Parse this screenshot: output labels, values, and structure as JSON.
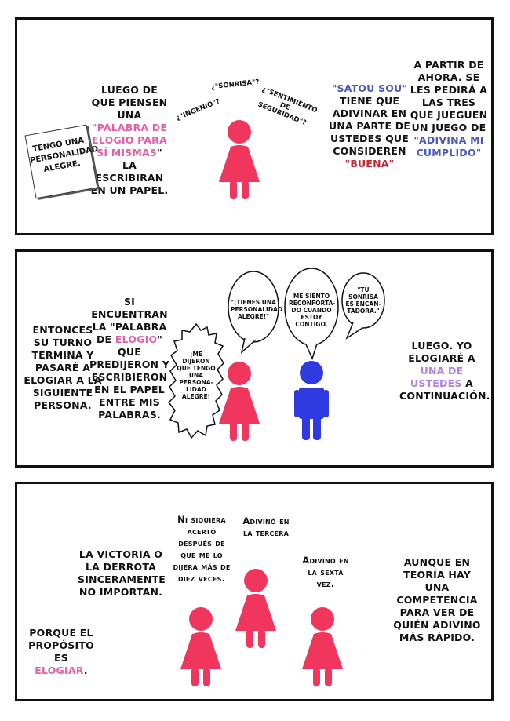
{
  "panel1": {
    "intro_a": "Luego de que piensen una",
    "intro_quote_open": "\"",
    "intro_pink": "Palabra de elogio para sí mismas",
    "intro_quote_close": "\"",
    "intro_b": "la escribiran en un papel.",
    "note_text": "Tengo una personalidad alegre.",
    "word_sonrisa": "¿\"Sonrisa\"?",
    "word_ingenio": "¿\"Ingenio\"?",
    "word_sentimiento": "¿\"Sentimiento de seguridad\"?",
    "satou_name": "\"Satou Sou\"",
    "satou_a": "tiene que adivinar en una parte de ustedes que consideren",
    "satou_red": "\"Buena\"",
    "right_a": "A partir de ahora. Se les pedirá a las tres que jueguen un juego de",
    "right_quote": "\"",
    "right_blue": "Adivina mi cumplido",
    "right_quote_close": "\""
  },
  "panel2": {
    "left_text": "Entonces su turno termina y pasaré a elogiar a la siguiente persona.",
    "mid_a": "Si encuentran la \"Palabra de",
    "mid_pink": "Elogio",
    "mid_b": "\" que predijeron y escribieron en el papel entre mis palabras.",
    "bubble_pink": "¡Me dijeron que tengo una persona-lidad alegre!",
    "bubble_1": "\"¡Tienes una personalidad alegre!\"",
    "bubble_2": "Me siento reconforta-do cuando estoy contigo.",
    "bubble_3": "\"Tu sonrisa es encan-tadora.\"",
    "right_a": "Luego. Yo elogiaré a",
    "right_lav": "una de ustedes",
    "right_b": "a continuación."
  },
  "panel3": {
    "victory": "La victoria o la derrota sinceramente no importan.",
    "purpose_a": "Porque el propósito es",
    "purpose_pink": "elogiar",
    "purpose_b": ".",
    "left_fig": "Ni siquiera acertó después de que me lo dijera más de diez veces.",
    "mid_fig": "Adivinó en la tercera",
    "right_fig": "Adivinó en la sexta vez.",
    "right_text": "Aunque en teoría hay una competencia para ver de quién adivino más rápido."
  },
  "colors": {
    "pink_figure": "#f0365c",
    "blue_figure": "#2f3be0",
    "pink_text": "#e061a8",
    "blue_text": "#4a5bb4",
    "red_text": "#c82333",
    "lavender_text": "#b27fe0"
  },
  "icons": [
    "woman-figure-icon",
    "man-figure-icon",
    "paper-note-icon",
    "speech-bubble-icon"
  ]
}
